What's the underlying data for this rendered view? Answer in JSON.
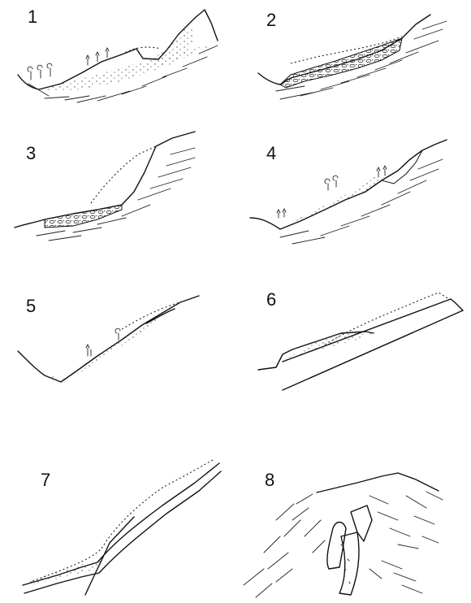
{
  "panels": [
    {
      "id": "1",
      "label": "1"
    },
    {
      "id": "2",
      "label": "2"
    },
    {
      "id": "3",
      "label": "3"
    },
    {
      "id": "4",
      "label": "4"
    },
    {
      "id": "5",
      "label": "5"
    },
    {
      "id": "6",
      "label": "6"
    },
    {
      "id": "7",
      "label": "7"
    },
    {
      "id": "8",
      "label": "8"
    }
  ]
}
